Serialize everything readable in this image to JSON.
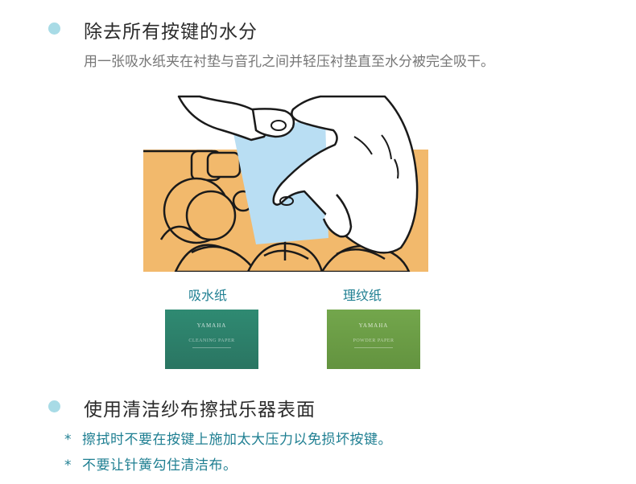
{
  "section1": {
    "heading": "除去所有按键的水分",
    "description": "用一张吸水纸夹在衬垫与音孔之间并轻压衬垫直至水分被完全吸干。"
  },
  "products": [
    {
      "caption": "吸水纸",
      "brand": "YAMAHA",
      "name": "CLEANING PAPER",
      "color": "#2f7f68"
    },
    {
      "caption": "理纹纸",
      "brand": "YAMAHA",
      "name": "POWDER PAPER",
      "color": "#6b9c45"
    }
  ],
  "section2": {
    "heading": "使用清洁纱布擦拭乐器表面",
    "notes": [
      {
        "marker": "*",
        "text": "擦拭时不要在按键上施加太大压力以免损坏按键。"
      },
      {
        "marker": "*",
        "text": "不要让针簧勾住清洁布。"
      }
    ]
  },
  "colors": {
    "bullet": "#a8dbe6",
    "accent_text": "#1f7f92",
    "instrument_body": "#f2b96c",
    "blotting_paper": "#b9def3"
  }
}
